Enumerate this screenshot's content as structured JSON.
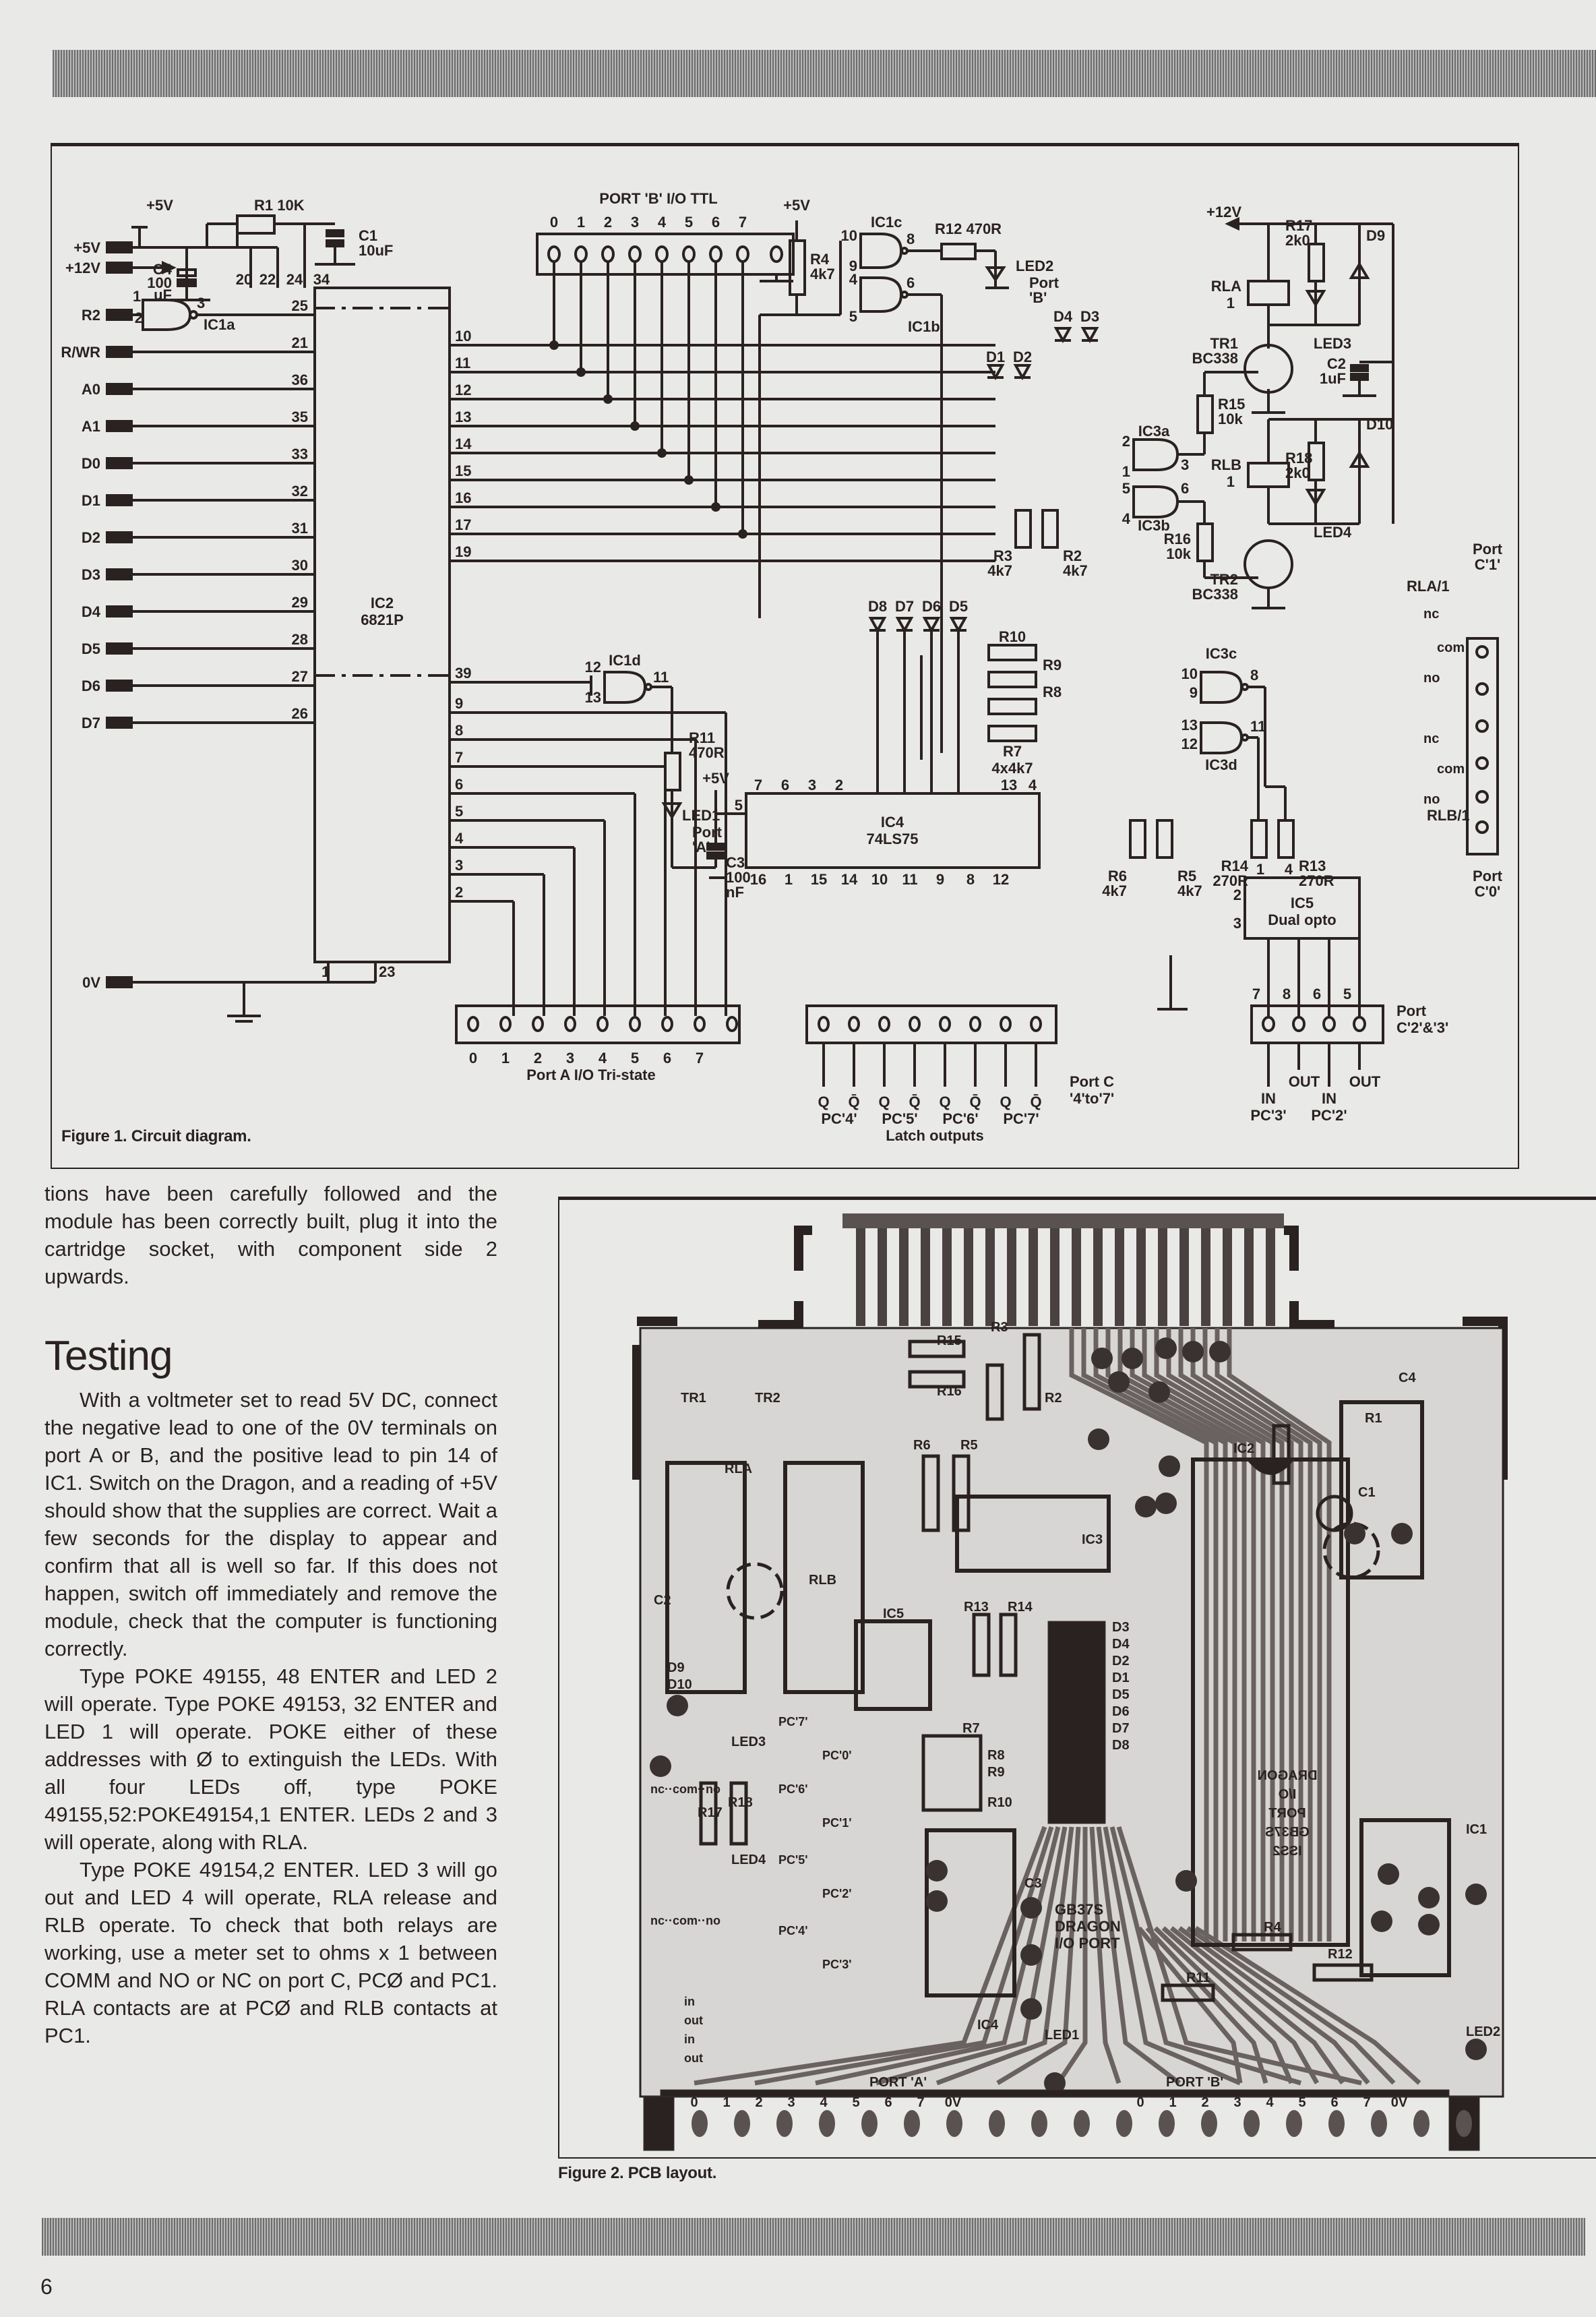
{
  "page": {
    "number": "6"
  },
  "figure1": {
    "caption": "Figure 1.   Circuit diagram.",
    "inputs": [
      "+5V",
      "+12V",
      "R2",
      "R/WR",
      "A0",
      "A1",
      "D0",
      "D1",
      "D2",
      "D3",
      "D4",
      "D5",
      "D6",
      "D7",
      "0V"
    ],
    "ic2_left_pins": [
      "25",
      "21",
      "36",
      "35",
      "33",
      "32",
      "31",
      "30",
      "29",
      "28",
      "27",
      "26"
    ],
    "ic2_top_pins": [
      "20",
      "22",
      "24",
      "34"
    ],
    "ic2_right_pins": [
      "10",
      "11",
      "12",
      "13",
      "14",
      "15",
      "16",
      "17",
      "19",
      "39",
      "9",
      "8",
      "7",
      "6",
      "5",
      "4",
      "3",
      "2"
    ],
    "ic2_bottom_pins": [
      "1",
      "23"
    ],
    "ic2_name": "IC2",
    "ic2_part": "6821P",
    "r1": "R1  10K",
    "c1": [
      "C1",
      "10uF"
    ],
    "c4": [
      "C4",
      "100",
      "uF"
    ],
    "plus5v": "+5V",
    "ic1a": "IC1a",
    "ic1a_pins": [
      "1",
      "2",
      "3"
    ],
    "port_b_title": "PORT 'B'  I/O TTL",
    "port_b_pins": [
      "0",
      "1",
      "2",
      "3",
      "4",
      "5",
      "6",
      "7"
    ],
    "r4": [
      "R4",
      "4k7"
    ],
    "ic1c": "IC1c",
    "ic1c_pins": [
      "10",
      "9",
      "8"
    ],
    "ic1b": "IC1b",
    "ic1b_pins": [
      "4",
      "5",
      "6"
    ],
    "r12": "R12  470R",
    "led2": [
      "LED2",
      "Port",
      "'B'"
    ],
    "plus12v": "+12V",
    "r17": [
      "R17",
      "2k0"
    ],
    "d9": "D9",
    "rla": [
      "RLA",
      "1"
    ],
    "led3": "LED3",
    "tr1": [
      "TR1",
      "BC338"
    ],
    "r15": [
      "R15",
      "10k"
    ],
    "c2": [
      "C2",
      "1uF"
    ],
    "d4d3": [
      "D4",
      "D3"
    ],
    "ic3a": "IC3a",
    "ic3a_pins": [
      "2",
      "1",
      "3"
    ],
    "d1d2": [
      "D1",
      "D2"
    ],
    "ic3b": "IC3b",
    "ic3b_pins": [
      "5",
      "4",
      "6"
    ],
    "rlb": [
      "RLB",
      "1"
    ],
    "r18": [
      "R18",
      "2k0"
    ],
    "d10": "D10",
    "r3": [
      "R3",
      "4k7"
    ],
    "r2": [
      "R2",
      "4k7"
    ],
    "r16": [
      "R16",
      "10k"
    ],
    "led4": "LED4",
    "tr2": [
      "TR2",
      "BC338"
    ],
    "port_c1": [
      "Port",
      "C'1'"
    ],
    "rla1": "RLA/1",
    "rlb1": "RLB/1",
    "contacts": [
      "nc",
      "com",
      "no",
      "nc",
      "com",
      "no"
    ],
    "port_c0": [
      "Port",
      "C'0'"
    ],
    "d5to8": [
      "D8",
      "D7",
      "D6",
      "D5"
    ],
    "r_array": [
      "R10",
      "R9",
      "R8",
      "R7",
      "4x4k7"
    ],
    "ic1d": "IC1d",
    "ic1d_pins": [
      "12",
      "13",
      "11"
    ],
    "r11": [
      "R11",
      "470R"
    ],
    "led1": [
      "LED1",
      "Port",
      "'A'"
    ],
    "c3": [
      "C3",
      "100",
      "nF"
    ],
    "ic3c": "IC3c",
    "ic3c_pins": [
      "10",
      "9",
      "8"
    ],
    "ic3d": "IC3d",
    "ic3d_pins": [
      "13",
      "12",
      "11"
    ],
    "ic4_name": "IC4",
    "ic4_part": "74LS75",
    "ic4_top_pins": [
      "7",
      "6",
      "3",
      "2",
      "13",
      "4"
    ],
    "ic4_left_pin": "5",
    "ic4_bottom_pins": [
      "16",
      "1",
      "15",
      "14",
      "10",
      "11",
      "9",
      "8",
      "12"
    ],
    "r6": [
      "R6",
      "4k7"
    ],
    "r5": [
      "R5",
      "4k7"
    ],
    "r14": [
      "R14",
      "270R"
    ],
    "r13": [
      "R13",
      "270R"
    ],
    "ic5_name": "IC5",
    "ic5_part": "Dual opto",
    "ic5_pins_top": [
      "1",
      "4"
    ],
    "ic5_pins_left": [
      "2",
      "3"
    ],
    "ic5_pins_bottom": [
      "7",
      "8",
      "6",
      "5"
    ],
    "port_c23": [
      "Port",
      "C'2'&'3'"
    ],
    "port_a_pins": [
      "0",
      "1",
      "2",
      "3",
      "4",
      "5",
      "6",
      "7"
    ],
    "port_a_label": "Port A  I/O  Tri-state",
    "latch_q": [
      "Q",
      "Q̄",
      "Q",
      "Q̄",
      "Q",
      "Q̄",
      "Q",
      "Q̄"
    ],
    "latch_pc": [
      "PC'4'",
      "PC'5'",
      "PC'6'",
      "PC'7'"
    ],
    "latch_label": "Latch outputs",
    "port_c_4to7": [
      "Port C",
      "'4'to'7'"
    ],
    "opto_io": [
      "IN",
      "OUT",
      "IN",
      "OUT"
    ],
    "opto_pc": [
      "PC'3'",
      "PC'2'"
    ]
  },
  "figure2": {
    "caption": "Figure 2.   PCB layout.",
    "labels": [
      "R3",
      "R15",
      "R16",
      "R2",
      "TR1",
      "TR2",
      "RLA",
      "RLB",
      "IC2",
      "C4",
      "R1",
      "C1",
      "R6",
      "R5",
      "IC3",
      "C2",
      "IC5",
      "R13",
      "R14",
      "D3",
      "D4",
      "D2",
      "D1",
      "D5",
      "D6",
      "D7",
      "D8",
      "D9",
      "D10",
      "IC1",
      "R7",
      "R8",
      "R9",
      "R10",
      "C3",
      "IC4",
      "R4",
      "R12",
      "R11",
      "R17",
      "R18",
      "LED3",
      "LED4",
      "LED1",
      "LED2"
    ],
    "board_text": [
      "GB37S",
      "DRAGON",
      "I/O PORT"
    ],
    "mirrored_text": [
      "DRAGON",
      "I/O",
      "PORT",
      "GB37S",
      "ISS2"
    ],
    "port_a_label": "PORT 'A'",
    "port_b_label": "PORT 'B'",
    "port_pins": [
      "0",
      "1",
      "2",
      "3",
      "4",
      "5",
      "6",
      "7",
      "0V"
    ],
    "pc_labels": [
      "PC'7'",
      "PC'0'",
      "PC'6'",
      "PC'1'",
      "PC'5'",
      "PC'2'",
      "PC'4'",
      "PC'3'"
    ],
    "nc_com_no": "nc··com··no",
    "in_out": [
      "in",
      "out",
      "in",
      "out"
    ]
  },
  "article": {
    "intro": "tions have been carefully followed and the module has been correctly built, plug it into the cartridge socket, with component side 2 upwards.",
    "heading": "Testing",
    "p1": "With a voltmeter set to read 5V DC, connect the negative lead to one of the 0V terminals on port A or B, and the positive lead to pin 14 of IC1. Switch on the Dragon, and a reading of +5V should show that the supplies are correct. Wait a few seconds for the display to appear and confirm that all is well so far. If this does not happen, switch off immediately and remove the module, check that the computer is functioning correctly.",
    "p2": "Type POKE 49155, 48 ENTER and LED 2 will operate. Type POKE 49153, 32 ENTER and LED 1 will operate. POKE either of these addresses with Ø to extinguish the LEDs. With all four LEDs off, type POKE 49155,52:POKE49154,1 ENTER. LEDs 2 and 3 will operate, along with RLA.",
    "p3": "Type POKE 49154,2 ENTER. LED 3 will go out and LED 4 will operate, RLA release and RLB operate. To check that both relays are working, use a meter set to ohms x 1 between COMM and NO or NC on port C, PCØ and PC1. RLA contacts are at PCØ and RLB contacts at PC1."
  }
}
